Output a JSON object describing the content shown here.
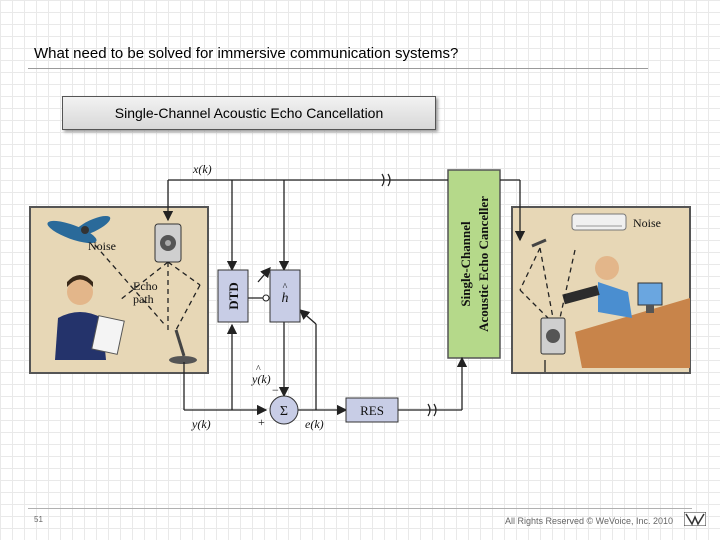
{
  "slide": {
    "title": "What need to be solved for immersive communication systems?",
    "subtitle": "Single-Channel Acoustic Echo Cancellation",
    "page_number": "51",
    "copyright": "All Rights Reserved © WeVoice, Inc. 2010"
  },
  "diagram": {
    "left_room": {
      "noise_label": "Noise",
      "echo_label_1": "Echo",
      "echo_label_2": "path"
    },
    "right_room": {
      "noise_label": "Noise"
    },
    "canceller": {
      "line1": "Single-Channel",
      "line2": "Acoustic Echo Canceller"
    },
    "blocks": {
      "dtd": "DTD",
      "h_hat": "h",
      "sum": "Σ",
      "res": "RES"
    },
    "signals": {
      "x": "x(k)",
      "y": "y(k)",
      "y_hat": "y(k)",
      "e": "e(k)",
      "plus": "+",
      "minus": "−"
    }
  },
  "colors": {
    "room_bg": "#e7d7b6",
    "room_border": "#555555",
    "canceller_fill": "#b5d98a",
    "block_fill": "#c8cde6"
  }
}
